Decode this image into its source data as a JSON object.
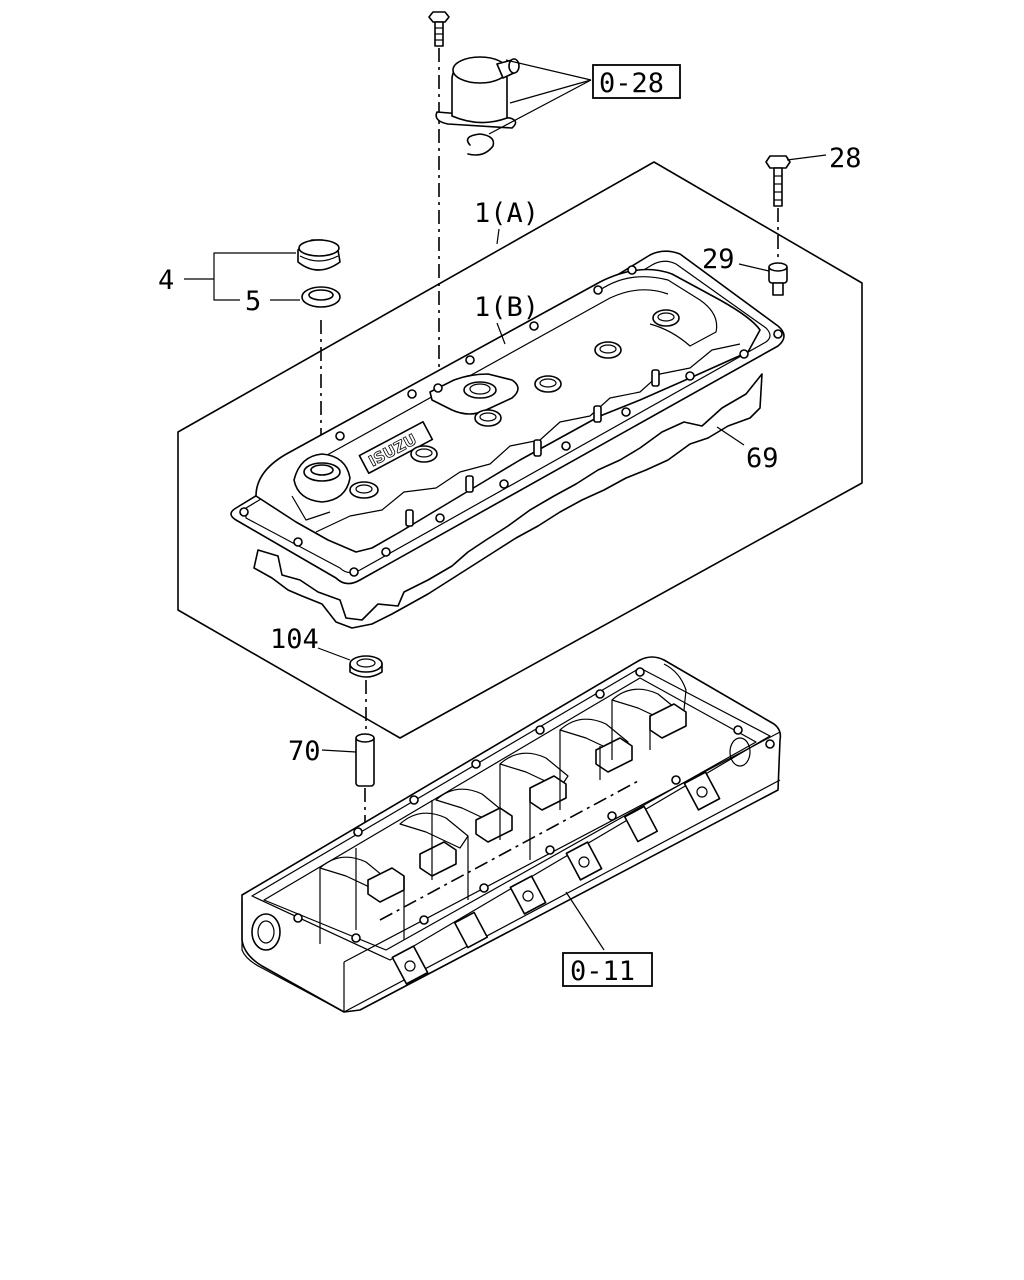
{
  "labels": {
    "ref_0_28": "0-28",
    "n28": "28",
    "n1a": "1(A)",
    "n29": "29",
    "n4": "4",
    "n5": "5",
    "n1b": "1(B)",
    "n69": "69",
    "n104": "104",
    "n70": "70",
    "ref_0_11": "0-11"
  },
  "logo_text": "ISUZU"
}
